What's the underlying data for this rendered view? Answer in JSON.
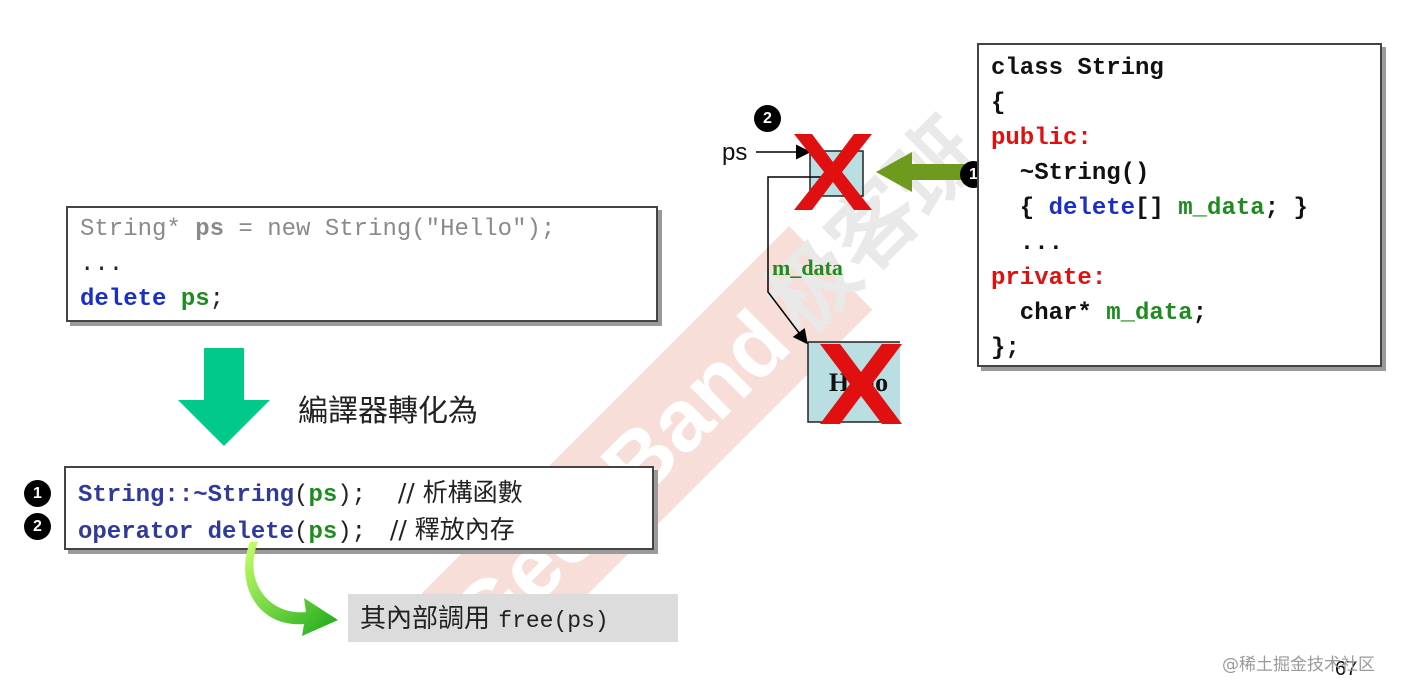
{
  "watermark": {
    "text": "GeekBand",
    "cjk": "极客班"
  },
  "left_code": {
    "line1": {
      "a": "String* ",
      "b": "ps",
      "c": " = new String(\"Hello\");"
    },
    "line2": "...",
    "line3": {
      "kw": "delete",
      "sp": " ",
      "var": "ps",
      "end": ";"
    }
  },
  "convert_label": "編譯器轉化為",
  "bottom_code": {
    "badge1": "1",
    "badge2": "2",
    "line1": {
      "fn": "String::~String",
      "open": "(",
      "arg": "ps",
      "close": ");",
      "comment": "    // 析構函數"
    },
    "line2": {
      "fn": "operator delete",
      "open": "(",
      "arg": "ps",
      "close": ");",
      "comment": "   // 釋放內存"
    }
  },
  "free_note": {
    "cjk": "其內部調用 ",
    "code": "free(ps)"
  },
  "diagram": {
    "ps_label": "ps",
    "m_data_label": "m_data",
    "hello_text": "Hello",
    "badge": "2"
  },
  "class_code": {
    "badge": "1",
    "l1": "class String",
    "l2": "{",
    "l3": "public:",
    "l4": "  ~String()",
    "l5": {
      "a": "  { ",
      "kw": "delete",
      "b": "[] ",
      "var": "m_data",
      "c": "; }"
    },
    "l6": "  ...",
    "l7": "private:",
    "l8": {
      "a": "  char* ",
      "var": "m_data",
      "b": ";"
    },
    "l9": "};"
  },
  "footer": {
    "page": "67",
    "site": "@稀土掘金技术社区"
  },
  "colors": {
    "accent_green": "#1e8c1e",
    "arrow_teal": "#00c98a",
    "red_x": "#e01010"
  }
}
